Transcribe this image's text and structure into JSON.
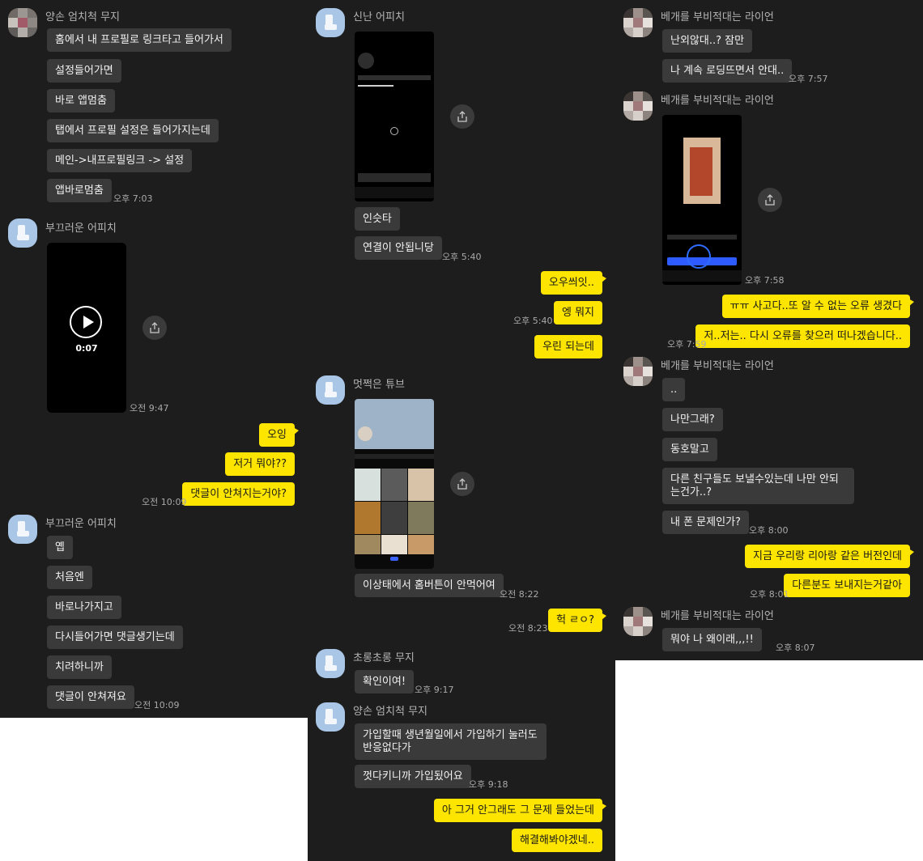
{
  "col1": {
    "g1": {
      "name": "양손 엄치척 무지",
      "messages": [
        "홈에서 내 프로필로 링크타고 들어가서",
        "설정들어가면",
        "바로 앱멈춤",
        "탭에서 프로필 설정은 들어가지는데",
        "메인->내프로필링크 -> 설정",
        "앱바로멈춤"
      ],
      "time": "오후 7:03"
    },
    "g2": {
      "name": "부끄러운 어피치",
      "video_duration": "0:07",
      "time": "오전 9:47"
    },
    "mine": {
      "messages": [
        "오잉",
        "저거 뭐야??",
        "댓글이 안쳐지는거야?"
      ],
      "time": "오전 10:09"
    },
    "g3": {
      "name": "부끄러운 어피치",
      "messages": [
        "옙",
        "처음엔",
        "바로나가지고",
        "다시들어가면 댓글생기는데",
        "치려하니까",
        "댓글이 안쳐져요"
      ],
      "time": "오전 10:09"
    }
  },
  "col2": {
    "g1": {
      "name": "신난 어피치",
      "messages": [
        "인슷타",
        "연결이 안됩니당"
      ],
      "time": "오후 5:40"
    },
    "mine1": {
      "messages": [
        "오우씌잇..",
        "엥 뭐지",
        "우린 되는데"
      ],
      "time": "오후 5:40"
    },
    "g2": {
      "name": "멋쩍은 튜브",
      "messages": [
        "이상태에서 홈버튼이 안먹어여"
      ],
      "time": "오전 8:22"
    },
    "mine2": {
      "messages": [
        "헉 ㄹㅇ?"
      ],
      "time": "오전 8:23"
    },
    "g3": {
      "name": "초롱초롱 무지",
      "messages": [
        "확인이여!"
      ],
      "time": "오후 9:17"
    },
    "g4": {
      "name": "양손 엄치척 무지",
      "messages": [
        "가입할때 생년월일에서 가입하기 눌러도 반응없다가",
        "껏다키니까 가입됬어요"
      ],
      "time": "오후 9:18"
    },
    "mine3": {
      "messages": [
        "아 그거 안그래도 그 문제 들었는데",
        "해결해봐야겠네.."
      ]
    }
  },
  "col3": {
    "g1": {
      "name": "베개를 부비적대는 라이언",
      "messages": [
        "난외않대..? 잠만",
        "나 계속 로딩뜨면서 안대.."
      ],
      "time": "오후 7:57"
    },
    "g2": {
      "name": "베개를 부비적대는 라이언",
      "time": "오후 7:58"
    },
    "mine1": {
      "messages": [
        "ㅠㅠ 사고다..또 알 수 없는 오류 생겼다",
        "저..저는.. 다시 오류를 찾으러 떠나겠습니다.."
      ],
      "time": "오후 7:59"
    },
    "g3": {
      "name": "베개를 부비적대는 라이언",
      "messages": [
        "..",
        "나만그래?",
        "동호말고",
        "다른 친구들도 보낼수있는데 나만 안되는건가..?",
        "내 폰 문제인가?"
      ],
      "time": "오후 8:00"
    },
    "mine2": {
      "messages": [
        "지금 우리랑 리아랑 같은 버전인데",
        "다른분도 보내지는거같아"
      ],
      "time": "오후 8:01"
    },
    "g4": {
      "name": "베개를 부비적대는 라이언",
      "messages": [
        "뭐야 나 왜이래,,,!!"
      ],
      "time": "오후 8:07"
    }
  },
  "icons": {
    "share": "share-icon",
    "play": "play-icon"
  },
  "colors": {
    "background": "#1d1d1d",
    "bubble_other": "#3a3a3a",
    "bubble_mine": "#fee500",
    "avatar_apeach": "#a9c6e6"
  }
}
